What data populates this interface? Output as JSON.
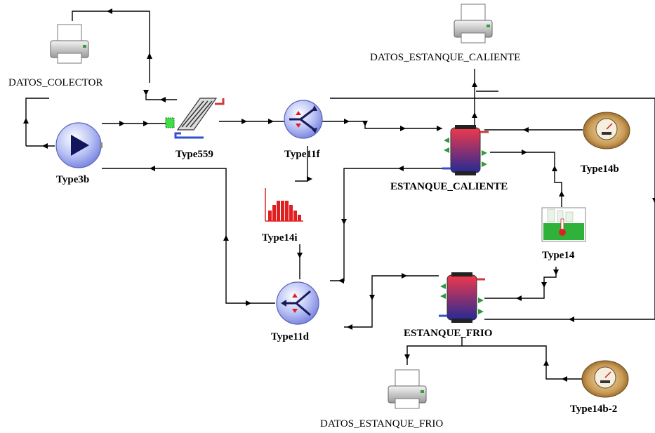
{
  "components": {
    "datos_colector": {
      "label": "DATOS_COLECTOR",
      "icon": "printer-icon"
    },
    "datos_estanque_caliente": {
      "label": "DATOS_ESTANQUE_CALIENTE",
      "icon": "printer-icon"
    },
    "datos_estanque_frio": {
      "label": "DATOS_ESTANQUE_FRIO",
      "icon": "printer-icon"
    },
    "type3b": {
      "label": "Type3b",
      "icon": "pump-icon"
    },
    "type559": {
      "label": "Type559",
      "icon": "solar-collector-icon"
    },
    "type11f": {
      "label": "Type11f",
      "icon": "flow-diverter-icon"
    },
    "type11d": {
      "label": "Type11d",
      "icon": "flow-mixer-icon"
    },
    "type14i": {
      "label": "Type14i",
      "icon": "forcing-function-icon"
    },
    "type14": {
      "label": "Type14",
      "icon": "temperature-profile-icon"
    },
    "type14b": {
      "label": "Type14b",
      "icon": "water-meter-icon"
    },
    "type14b_2": {
      "label": "Type14b-2",
      "icon": "water-meter-icon"
    },
    "estanque_caliente": {
      "label": "ESTANQUE_CALIENTE",
      "icon": "storage-tank-icon"
    },
    "estanque_frio": {
      "label": "ESTANQUE_FRIO",
      "icon": "storage-tank-icon"
    }
  },
  "colors": {
    "wire": "#000000",
    "tank_top": "#e8344a",
    "tank_bottom": "#2a2f9a",
    "pump_fill": "#a9b3f0",
    "hot_pipe": "#d03a3a",
    "cold_pipe": "#3050d0",
    "port_green": "#2e9a3a",
    "forcing_red": "#e02020"
  }
}
